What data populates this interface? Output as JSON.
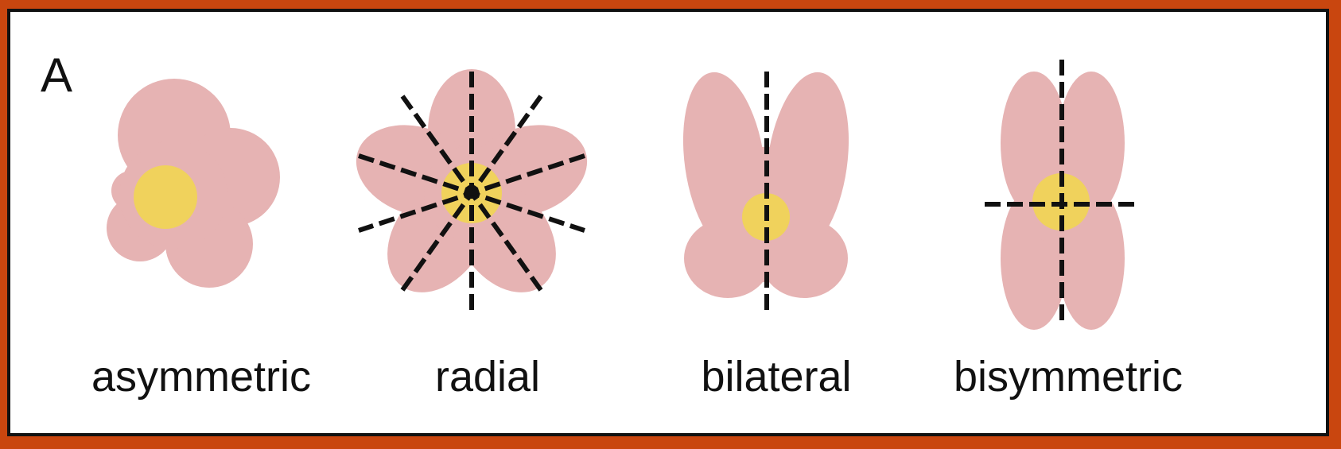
{
  "panel_label": "A",
  "colors": {
    "petal": "#e6b3b3",
    "center": "#f0d25c",
    "axis": "#111111",
    "border": "#c9460f"
  },
  "flowers": [
    {
      "id": "asymmetric",
      "label": "asymmetric"
    },
    {
      "id": "radial",
      "label": "radial"
    },
    {
      "id": "bilateral",
      "label": "bilateral"
    },
    {
      "id": "bisymmetric",
      "label": "bisymmetric"
    }
  ]
}
